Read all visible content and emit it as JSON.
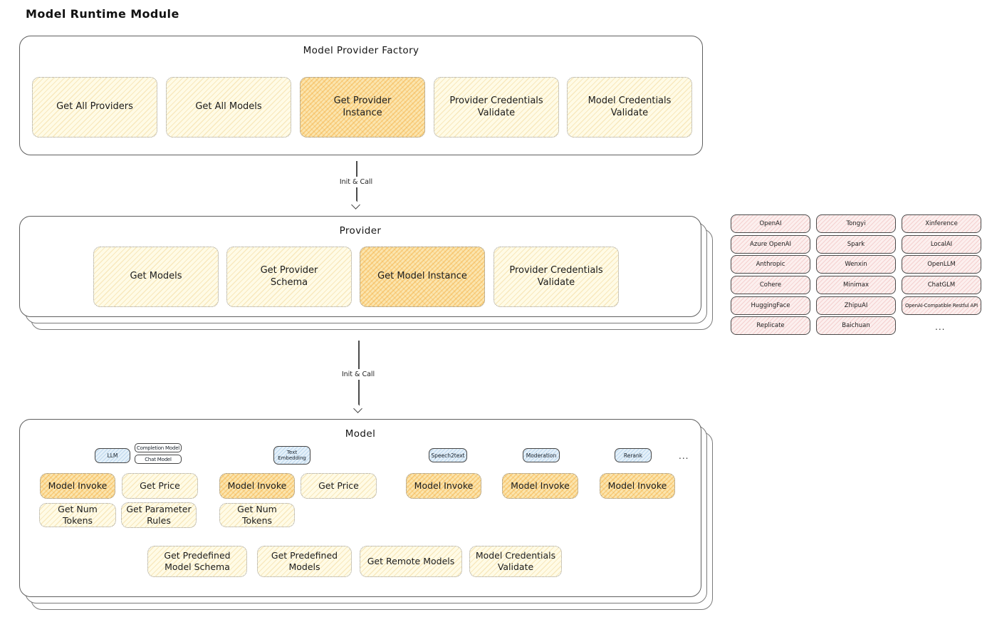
{
  "page_title": "Model Runtime Module",
  "colors": {
    "box_yellow": "#FFFBE6",
    "box_yellow_hatch": "#E9BF5E",
    "box_highlight": "#FBE5AE",
    "box_highlight_hatch": "#F2A632",
    "chip_pink": "#FCEFEE",
    "chip_pink_hatch": "#DE7878",
    "tab_blue": "#E4F0F9",
    "tab_blue_hatch": "#6EA5D7",
    "stroke_dark": "#4a4a4a",
    "dotted_border": "#9a9a9a"
  },
  "factory": {
    "title": "Model Provider Factory",
    "boxes": [
      {
        "label": "Get All Providers"
      },
      {
        "label": "Get All Models"
      },
      {
        "label": "Get Provider Instance",
        "highlighted": true
      },
      {
        "label": "Provider Credentials Validate"
      },
      {
        "label": "Model Credentials Validate"
      }
    ]
  },
  "arrow1": {
    "label": "Init & Call"
  },
  "arrow2": {
    "label": "Init & Call"
  },
  "provider": {
    "title": "Provider",
    "boxes": [
      {
        "label": "Get Models"
      },
      {
        "label": "Get Provider Schema"
      },
      {
        "label": "Get Model Instance",
        "highlighted": true
      },
      {
        "label": "Provider Credentials Validate"
      }
    ]
  },
  "providers_list": {
    "items": [
      "OpenAI",
      "Tongyi",
      "Xinference",
      "Azure OpenAI",
      "Spark",
      "LocalAI",
      "Anthropic",
      "Wenxin",
      "OpenLLM",
      "Cohere",
      "Minimax",
      "ChatGLM",
      "HuggingFace",
      "ZhipuAI",
      "OpenAI-Compatible Restful API",
      "Replicate",
      "Baichuan"
    ],
    "ellipsis": "..."
  },
  "model": {
    "title": "Model",
    "tabs": {
      "llm": "LLM",
      "completion": "Completion Model",
      "chat": "Chat Model",
      "text_embedding": "Text Embedding",
      "speech2text": "Speech2text",
      "moderation": "Moderation",
      "rerank": "Rerank",
      "ellipsis": "..."
    },
    "llm_group": {
      "invoke": "Model Invoke",
      "get_price": "Get Price",
      "get_num_tokens": "Get Num Tokens",
      "get_parameter_rules": "Get Parameter Rules"
    },
    "embedding_group": {
      "invoke": "Model Invoke",
      "get_price": "Get Price",
      "get_num_tokens": "Get Num Tokens"
    },
    "speech2text_group": {
      "invoke": "Model Invoke"
    },
    "moderation_group": {
      "invoke": "Model Invoke"
    },
    "rerank_group": {
      "invoke": "Model Invoke"
    },
    "common_boxes": [
      "Get Predefined Model Schema",
      "Get Predefined Models",
      "Get Remote Models",
      "Model Credentials Validate"
    ]
  }
}
